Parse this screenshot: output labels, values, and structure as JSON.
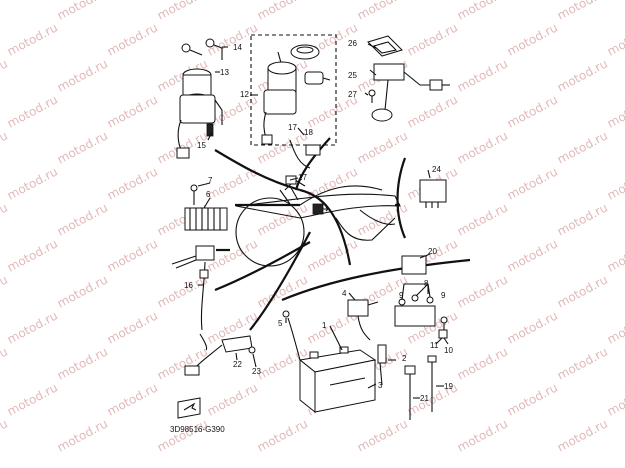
{
  "watermark": {
    "text": "motod.ru"
  },
  "diagram_code": "3D98516-G390",
  "callouts": [
    {
      "id": "c1",
      "label": "1"
    },
    {
      "id": "c2",
      "label": "2"
    },
    {
      "id": "c3",
      "label": "3"
    },
    {
      "id": "c4",
      "label": "4"
    },
    {
      "id": "c5",
      "label": "5"
    },
    {
      "id": "c6",
      "label": "6"
    },
    {
      "id": "c7",
      "label": "7"
    },
    {
      "id": "c8",
      "label": "8"
    },
    {
      "id": "c9a",
      "label": "9"
    },
    {
      "id": "c9b",
      "label": "9"
    },
    {
      "id": "c10",
      "label": "10"
    },
    {
      "id": "c11",
      "label": "11"
    },
    {
      "id": "c12",
      "label": "12"
    },
    {
      "id": "c13",
      "label": "13"
    },
    {
      "id": "c14",
      "label": "14"
    },
    {
      "id": "c15",
      "label": "15"
    },
    {
      "id": "c16",
      "label": "16"
    },
    {
      "id": "c17a",
      "label": "17"
    },
    {
      "id": "c17b",
      "label": "17"
    },
    {
      "id": "c18",
      "label": "18"
    },
    {
      "id": "c19",
      "label": "19"
    },
    {
      "id": "c20",
      "label": "20"
    },
    {
      "id": "c21",
      "label": "21"
    },
    {
      "id": "c22",
      "label": "22"
    },
    {
      "id": "c23",
      "label": "23"
    },
    {
      "id": "c24",
      "label": "24"
    },
    {
      "id": "c25",
      "label": "25"
    },
    {
      "id": "c26",
      "label": "26"
    },
    {
      "id": "c27",
      "label": "27"
    }
  ]
}
